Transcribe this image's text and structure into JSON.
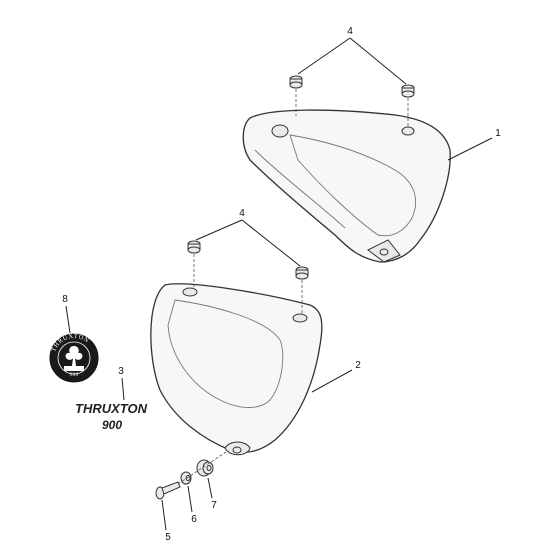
{
  "callouts": {
    "c1": "1",
    "c2": "2",
    "c3": "3",
    "c4_top": "4",
    "c4_mid": "4",
    "c5": "5",
    "c6": "6",
    "c7": "7",
    "c8": "8"
  },
  "decal": {
    "line1": "THRUXTON",
    "line2": "900"
  },
  "badge": {
    "ring_text": "THRUXTON",
    "number": "900"
  },
  "colors": {
    "ink": "#222222",
    "badge_fill": "#1a1a1a",
    "panel_fill": "#f7f7f7"
  }
}
